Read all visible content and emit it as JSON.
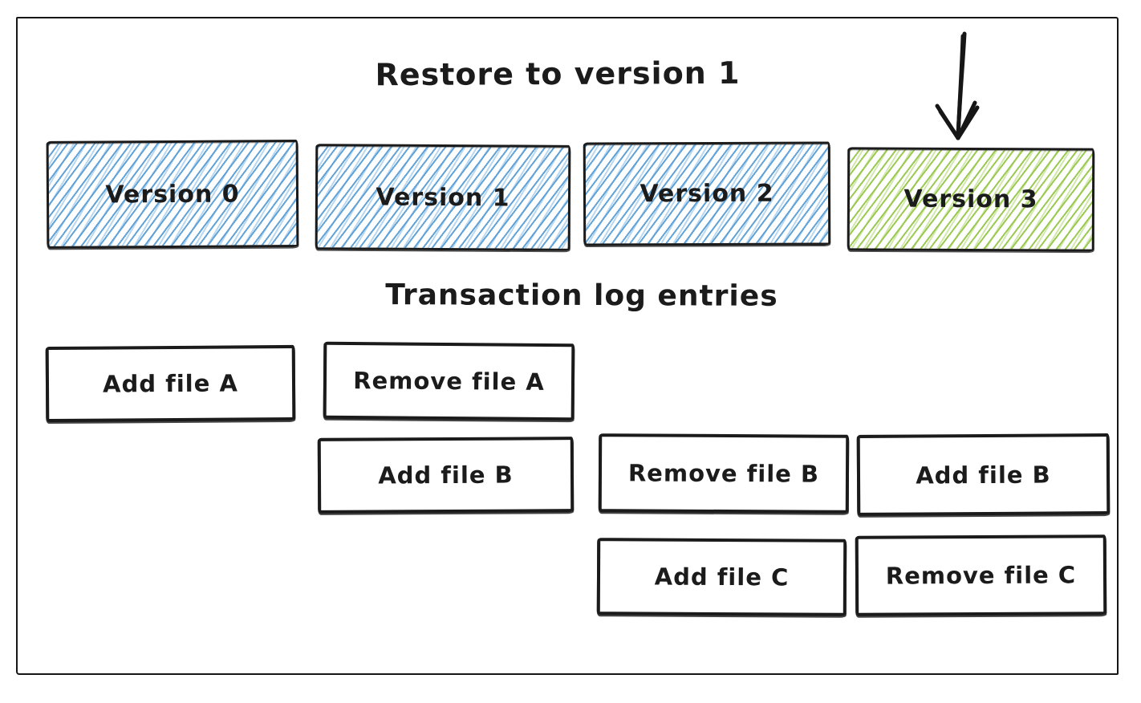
{
  "diagram": {
    "title": "Restore to version 1",
    "subtitle": "Transaction log entries",
    "versions": [
      {
        "label": "Version 0",
        "fill": "blue-hatch"
      },
      {
        "label": "Version 1",
        "fill": "blue-hatch"
      },
      {
        "label": "Version 2",
        "fill": "blue-hatch"
      },
      {
        "label": "Version 3",
        "fill": "green-hatch"
      }
    ],
    "arrow": {
      "icon": "down-arrow-icon",
      "points_to": "Version 3"
    },
    "log_entries": [
      {
        "label": "Add file A",
        "column": 0,
        "row": 0
      },
      {
        "label": "Remove file A",
        "column": 1,
        "row": 0
      },
      {
        "label": "Add file B",
        "column": 1,
        "row": 1
      },
      {
        "label": "Remove file B",
        "column": 2,
        "row": 1
      },
      {
        "label": "Add file B",
        "column": 3,
        "row": 1
      },
      {
        "label": "Add file C",
        "column": 2,
        "row": 2
      },
      {
        "label": "Remove file C",
        "column": 3,
        "row": 2
      }
    ],
    "colors": {
      "stroke": "#1b1b1b",
      "blue_hatch": "#5a9ed6",
      "green_hatch": "#96c749",
      "background": "#ffffff"
    }
  }
}
